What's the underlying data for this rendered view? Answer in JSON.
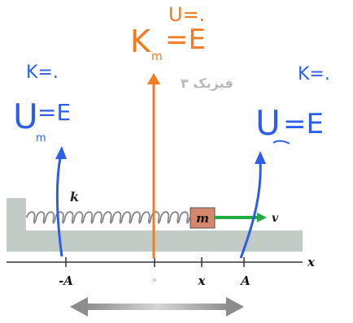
{
  "watermark": "فیزیک ۳",
  "labels": {
    "spring_constant": "k",
    "mass": "m",
    "velocity": "v",
    "axis": "x",
    "neg_amplitude": "-A",
    "origin": "◦",
    "position": "x",
    "amplitude": "A"
  },
  "annotations": {
    "center_k": "K",
    "center_k_sub": "m",
    "center_eq": "=E",
    "center_u": "U=.",
    "left_k": "K=.",
    "left_u": "U",
    "left_u_sub": "m",
    "left_eq": "=E",
    "right_k": "K=.",
    "right_u": "U",
    "right_eq": "=E"
  },
  "colors": {
    "spring": "#888888",
    "mass_fill": "#d4876a",
    "wall": "#c1ccc7",
    "velocity_arrow": "#22aa44",
    "orange_ink": "#f47a20",
    "blue_ink": "#2d5ee8",
    "motion_arrow": "#b5b5b5"
  }
}
